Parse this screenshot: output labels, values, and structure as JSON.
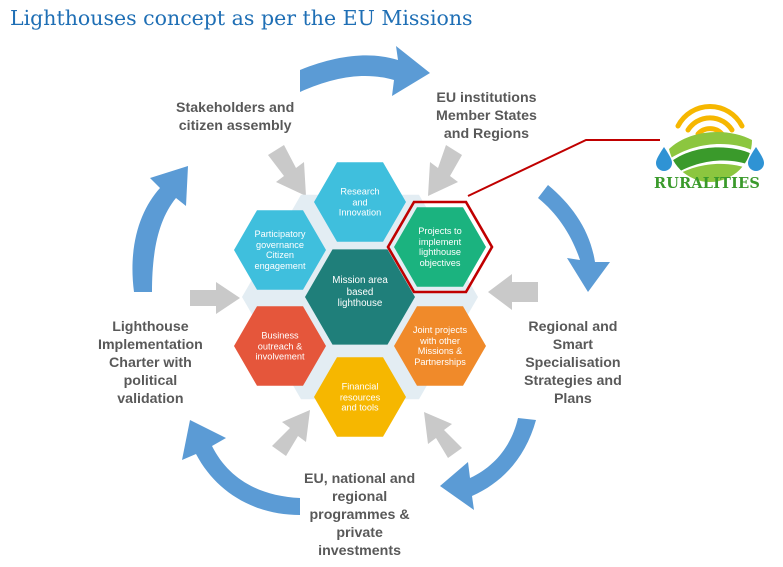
{
  "title": "Lighthouses concept as per the EU Missions",
  "outer_labels": {
    "stakeholders": [
      "Stakeholders and",
      "citizen assembly"
    ],
    "eu_institutions": [
      "EU institutions",
      "Member States",
      "and Regions"
    ],
    "regional": [
      "Regional and",
      "Smart",
      "Specialisation",
      "Strategies and",
      "Plans"
    ],
    "programmes": [
      "EU, national and",
      "regional",
      "programmes &",
      "private",
      "investments"
    ],
    "charter": [
      "Lighthouse",
      "Implementation",
      "Charter with",
      "political",
      "validation"
    ]
  },
  "hexagons": {
    "center": {
      "lines": [
        "Mission area",
        "based",
        "lighthouse"
      ],
      "color": "#1f7f7a"
    },
    "research": {
      "lines": [
        "Research",
        "and",
        "Innovation"
      ],
      "color": "#3fbfdd"
    },
    "projects": {
      "lines": [
        "Projects to",
        "implement",
        "lighthouse",
        "objectives"
      ],
      "color": "#1bb37f"
    },
    "joint": {
      "lines": [
        "Joint projects",
        "with other",
        "Missions &",
        "Partnerships"
      ],
      "color": "#f08a2a"
    },
    "financial": {
      "lines": [
        "Financial",
        "resources",
        "and tools"
      ],
      "color": "#f6b700"
    },
    "business": {
      "lines": [
        "Business",
        "outreach  &",
        "involvement"
      ],
      "color": "#e5563b"
    },
    "participatory": {
      "lines": [
        "Participatory",
        "governance",
        "Citizen",
        "engagement"
      ],
      "color": "#3fbfdd"
    }
  },
  "logo": {
    "text": "RURALITIES",
    "highlight_color": "#c00000"
  },
  "colors": {
    "title": "#1f6fb5",
    "cycle_arrow": "#5b9bd5",
    "inner_arrow": "#c9c9c9"
  }
}
